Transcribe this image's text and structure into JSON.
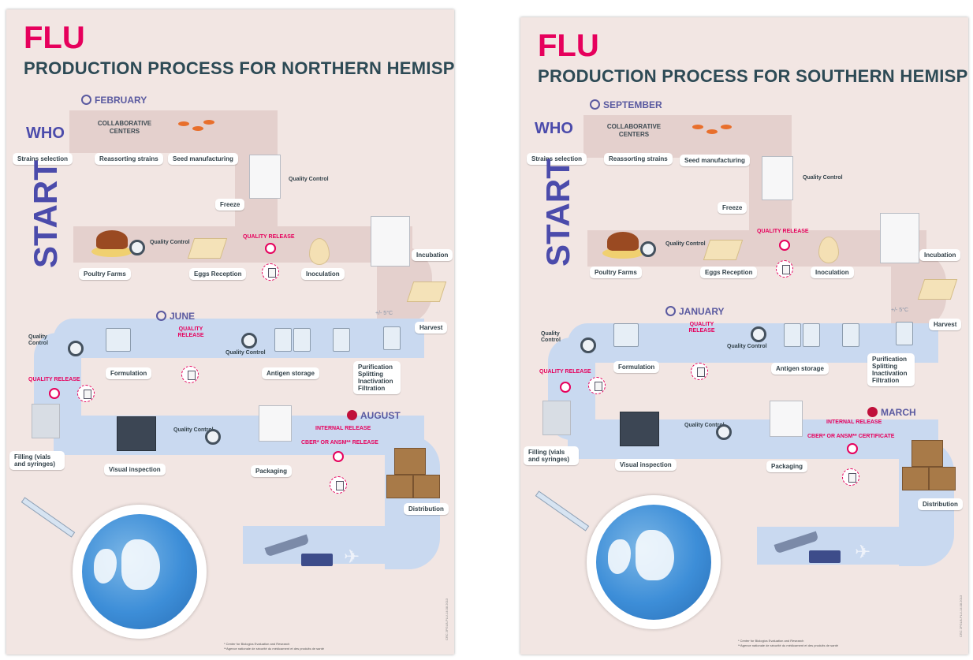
{
  "posters": [
    {
      "title": "FLU",
      "subtitle": "PRODUCTION PROCESS FOR NORTHERN HEMISPHERE",
      "who": "WHO",
      "start": "START",
      "collaborative": "COLLABORATIVE CENTERS",
      "months": {
        "m1": "FEBRUARY",
        "m2": "JUNE",
        "m3": "AUGUST"
      },
      "steps": {
        "strains": "Strains selection",
        "reassorting": "Reassorting strains",
        "seed": "Seed manufacturing",
        "freeze": "Freeze",
        "poultry": "Poultry Farms",
        "eggs": "Eggs Reception",
        "inoculation": "Inoculation",
        "incubation": "Incubation",
        "harvest": "Harvest",
        "purification": "Purification Splitting Inactivation Filtration",
        "antigen": "Antigen storage",
        "formulation": "Formulation",
        "filling": "Filling (vials and syringes)",
        "visual": "Visual inspection",
        "packaging": "Packaging",
        "distribution": "Distribution"
      },
      "quality_control": "Quality Control",
      "quality_release": "QUALITY RELEASE",
      "temperature": "+/- 5°C",
      "final_release_line1": "INTERNAL RELEASE",
      "final_release_line2": "CBER* OR ANSM** RELEASE",
      "footnote1": "* Center for Biologics Evaluation and Research",
      "footnote2": "**Agence nationale de sécurité du médicament et des produits de santé",
      "stamp": "CRC 2PGLB-PLU-14.08.2013"
    },
    {
      "title": "FLU",
      "subtitle": "PRODUCTION PROCESS FOR SOUTHERN HEMISPHERE",
      "who": "WHO",
      "start": "START",
      "collaborative": "COLLABORATIVE CENTERS",
      "months": {
        "m1": "SEPTEMBER",
        "m2": "JANUARY",
        "m3": "MARCH"
      },
      "steps": {
        "strains": "Strains selection",
        "reassorting": "Reassorting strains",
        "seed": "Seed manufacturing",
        "freeze": "Freeze",
        "poultry": "Poultry Farms",
        "eggs": "Eggs Reception",
        "inoculation": "Inoculation",
        "incubation": "Incubation",
        "harvest": "Harvest",
        "purification": "Purification Splitting Inactivation Filtration",
        "antigen": "Antigen storage",
        "formulation": "Formulation",
        "filling": "Filling (vials and syringes)",
        "visual": "Visual inspection",
        "packaging": "Packaging",
        "distribution": "Distribution"
      },
      "quality_control": "Quality Control",
      "quality_release": "QUALITY RELEASE",
      "temperature": "+/- 5°C",
      "final_release_line1": "INTERNAL RELEASE",
      "final_release_line2": "CBER* OR ANSM** CERTIFICATE",
      "footnote1": "* Center for Biologics Evaluation and Research",
      "footnote2": "**Agence nationale de sécurité du médicament et des produits de santé",
      "stamp": "CRC 2PGLB-PLU-14.08.2013"
    }
  ]
}
